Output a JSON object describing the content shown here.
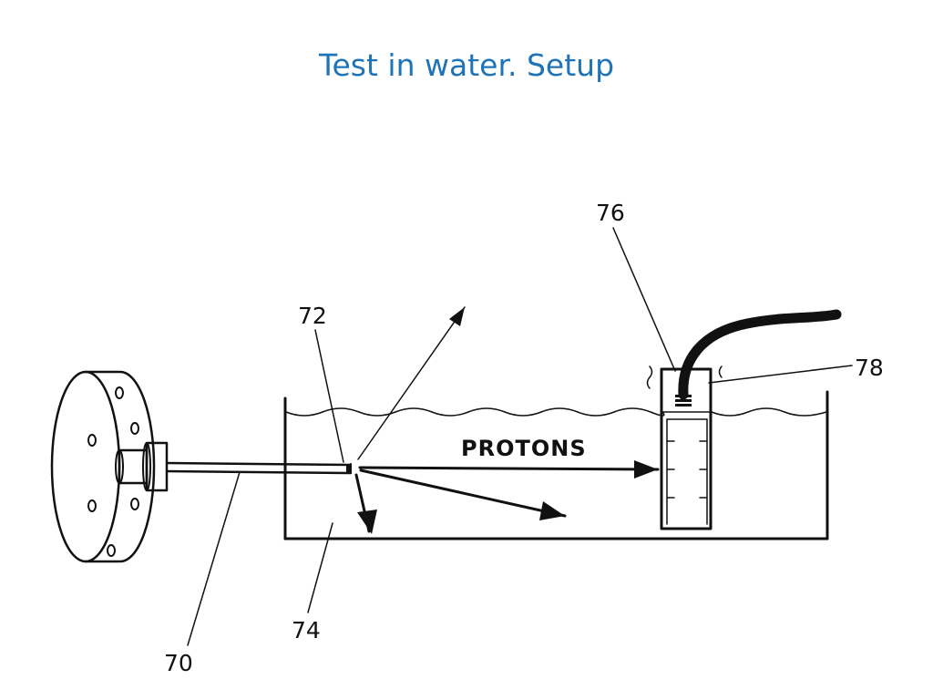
{
  "slide": {
    "title": "Test in water. Setup"
  },
  "diagram": {
    "beam_label": "PROTONS",
    "ref_labels": {
      "probe": "70",
      "target": "72",
      "water": "74",
      "detector": "76",
      "cable": "78"
    }
  },
  "colors": {
    "title": "#1F74B8",
    "ink": "#111111"
  }
}
